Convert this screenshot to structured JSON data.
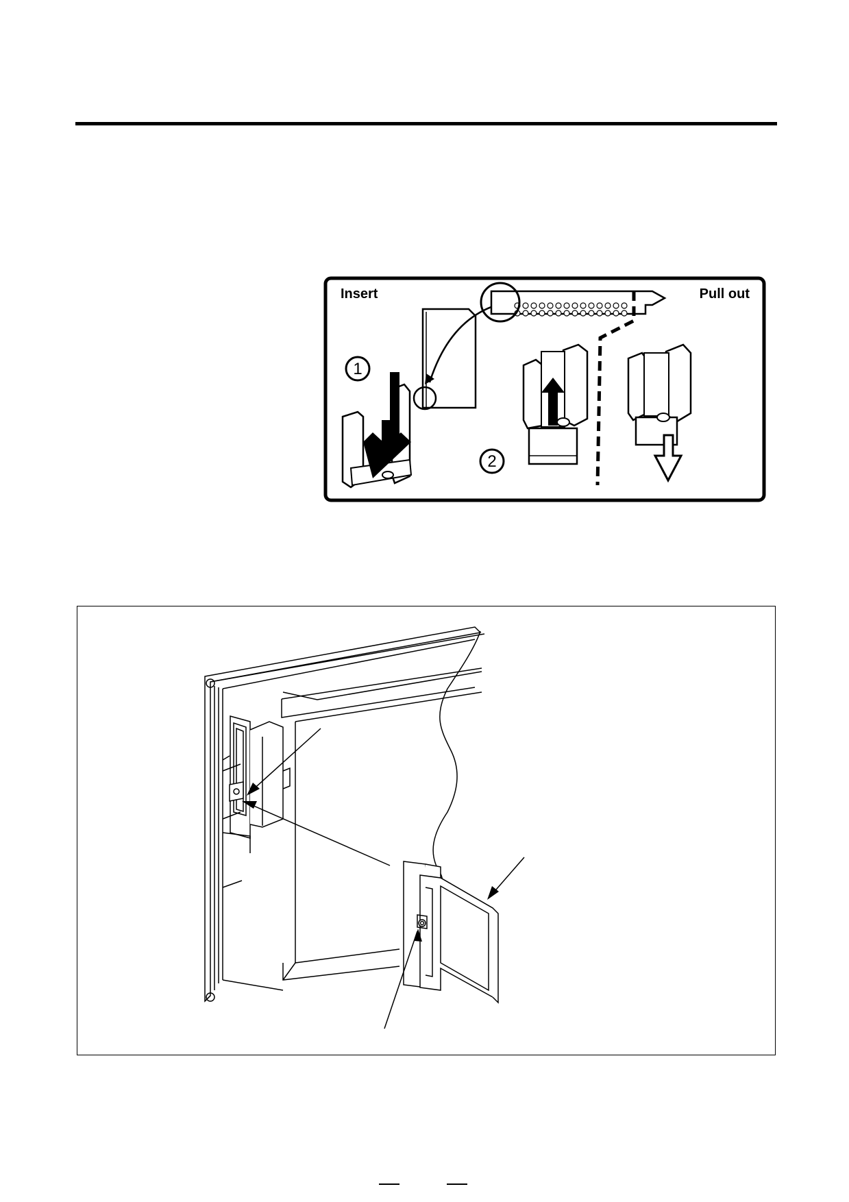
{
  "diagram1": {
    "insert_label": "Insert",
    "pullout_label": "Pull out",
    "step1": "1",
    "step2": "2"
  },
  "footer": {
    "page_marks": [
      "—",
      "—"
    ]
  }
}
